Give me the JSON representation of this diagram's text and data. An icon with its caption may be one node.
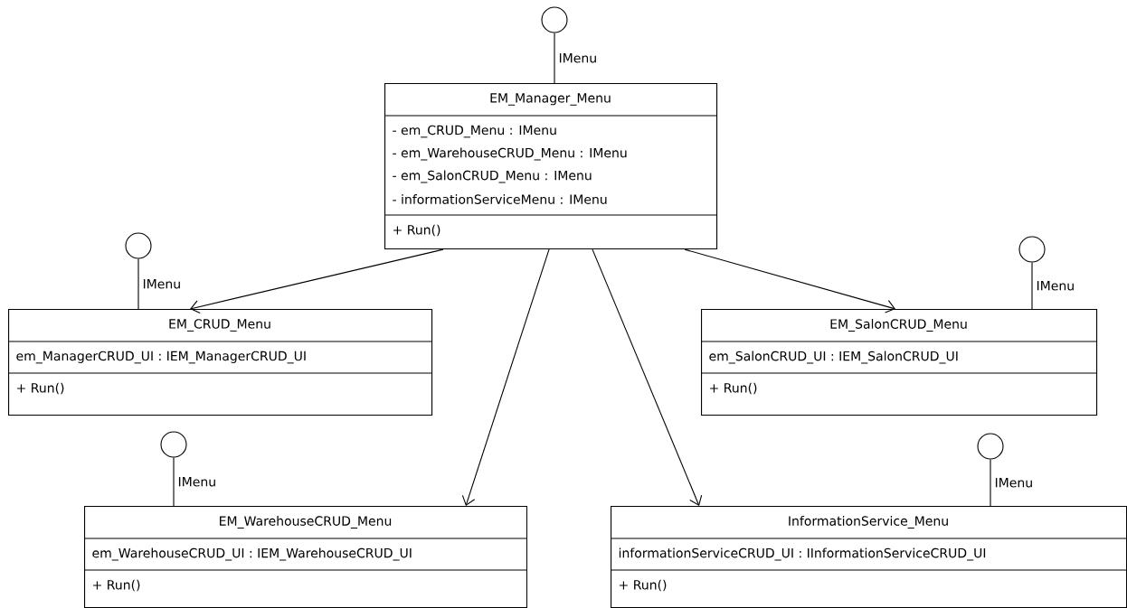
{
  "diagram": {
    "nodes": [
      {
        "text": [],
        "shape": "circle"
      },
      {
        "text": [
          "EM_Manager_Menu",
          "- em_CRUD_Menu : IMenu",
          "- em_WarehouseCRUD_Menu : IMenu",
          "- em_SalonCRUD_Menu : IMenu",
          "- informationServiceMenu : IMenu",
          "+ Run()"
        ]
      },
      {
        "text": [],
        "shape": "circle"
      },
      {
        "text": [],
        "shape": "circle"
      },
      {
        "text": [
          "EM_CRUD_Menu",
          "em_ManagerCRUD_UI : IEM_ManagerCRUD_UI",
          "+ Run()"
        ]
      },
      {
        "text": [
          "EM_SalonCRUD_Menu",
          "em_SalonCRUD_UI : IEM_SalonCRUD_UI",
          "+ Run()"
        ]
      },
      {
        "text": [],
        "shape": "circle"
      },
      {
        "text": [],
        "shape": "circle"
      },
      {
        "text": [
          "EM_WarehouseCRUD_Menu",
          "em_WarehouseCRUD_UI : IEM_WarehouseCRUD_UI",
          "+ Run()"
        ]
      },
      {
        "text": [
          "InformationService_Menu",
          "informationServiceCRUD_UI : IInformationServiceCRUD_UI",
          "+ Run()"
        ]
      }
    ],
    "edges": [
      {
        "from": 1,
        "to": 4,
        "arrow": "to"
      },
      {
        "from": 1,
        "to": 5,
        "arrow": "to"
      },
      {
        "from": 1,
        "to": 8,
        "arrow": "to"
      },
      {
        "from": 1,
        "to": 9,
        "arrow": "to"
      },
      {
        "from": 1,
        "to": 0,
        "arrow": "none",
        "label": "IMenu"
      },
      {
        "from": 4,
        "to": 2,
        "arrow": "none",
        "label": "IMenu"
      },
      {
        "from": 5,
        "to": 3,
        "arrow": "none",
        "label": "IMenu"
      },
      {
        "from": 8,
        "to": 6,
        "arrow": "none",
        "label": "IMenu"
      },
      {
        "from": 9,
        "to": 7,
        "arrow": "none",
        "label": "IMenu"
      }
    ]
  }
}
